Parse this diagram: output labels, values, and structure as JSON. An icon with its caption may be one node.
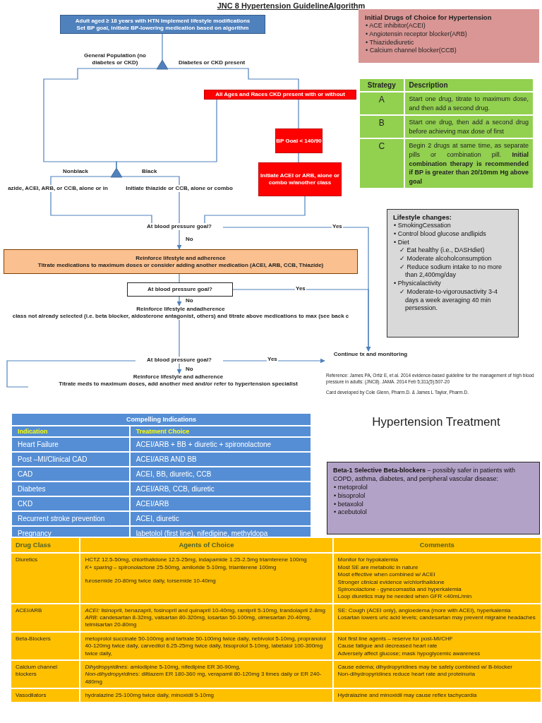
{
  "diagram": {
    "title": "JNC 8 Hypertension GuidelineAlgorithm",
    "nodes": [
      {
        "text": [
          "Adult aged ≥ 18 years with HTN Implement lifestyle modifications",
          "Set BP goal, initiate BP-lowering medication based on algorithm"
        ]
      },
      {
        "text": [],
        "shape": "triangle"
      },
      {
        "text": [
          "All Ages and Races CKD present with or without"
        ]
      },
      {
        "text": [
          "BP Goal < 140/90"
        ]
      },
      {
        "text": [
          "Initiate ACEI or ARB, alone or combo w/another class"
        ]
      },
      {
        "text": [],
        "shape": "triangle"
      },
      {
        "text": [
          "azide, ACEI, ARB, or CCB, alone or in"
        ]
      },
      {
        "text": [
          "Initiate thiazide or CCB, alone or combo"
        ]
      },
      {
        "text": [
          "At blood pressure goal?"
        ]
      },
      {
        "text": [
          "Reinforce lifestyle and adherence",
          "Titrate medications to maximum doses or consider adding another medication (ACEI, ARB, CCB, Thiazide)"
        ]
      },
      {
        "text": [
          "At blood pressure goal?"
        ]
      },
      {
        "text": [
          "Reinforce lifestyle andadherence",
          "class not already selected (i.e. beta blocker, aldosterone antagonist, others) and titrate above medications to max (see back c"
        ]
      },
      {
        "text": [
          "At blood pressure goal?"
        ]
      },
      {
        "text": [
          "Reinforce lifestyle and adherence",
          "Titrate meds to maximum doses, add another med and/or refer to hypertension specialist"
        ]
      },
      {
        "text": [
          "Continue tx and monitoring"
        ]
      },
      {
        "text": [
          "Initial Drugs of Choice for Hypertension",
          "• ACE inhibitor(ACEI)",
          "• Angiotensin receptor blocker(ARB)",
          "• Thiazidediuretic",
          "• Calcium channel blocker(CCB)"
        ]
      },
      {
        "text": [
          "Lifestyle changes:",
          "• SmokingCessation",
          "• Control blood glucose andlipids",
          "• Diet",
          "✓ Eat healthy (i.e., DASHdiet)",
          "✓ Moderate alcoholconsumption",
          "✓ Reduce sodium intake to no more than 2,400mg/day",
          "• Physicalactivity",
          "✓ Moderate-to-vigorousactivity 3-4 days a week averaging 40 min persession."
        ]
      },
      {
        "text": [
          "**Beta-1 Selective Beta-blockers** – possibly safer in patients with COPD, asthma, diabetes, and peripheral vascular disease:",
          "• metoprolol",
          "• bisoprolol",
          "• betaxolol",
          "• acebutolol"
        ]
      }
    ],
    "edges": [
      {
        "from": 0,
        "to": 1,
        "arrow": "none"
      },
      {
        "from": 1,
        "to": 5,
        "label": "General Population (no diabetes or CKD)",
        "arrow": "none"
      },
      {
        "from": 1,
        "to": 2,
        "label": "Diabetes or CKD present",
        "arrow": "none"
      },
      {
        "from": 2,
        "to": 5,
        "arrow": "none"
      },
      {
        "from": 2,
        "to": 3,
        "arrow": "none"
      },
      {
        "from": 3,
        "to": 4,
        "arrow": "none"
      },
      {
        "from": 5,
        "to": 6,
        "label": "Nonblack",
        "arrow": "none"
      },
      {
        "from": 5,
        "to": 7,
        "label": "Black",
        "arrow": "none"
      },
      {
        "from": 6,
        "to": 8,
        "arrow": "none"
      },
      {
        "from": 7,
        "to": 8,
        "arrow": "none"
      },
      {
        "from": 4,
        "to": 8,
        "arrow": "none"
      },
      {
        "from": 8,
        "to": 9,
        "label": "No",
        "arrow": "to"
      },
      {
        "from": 8,
        "to": 14,
        "label": "Yes",
        "arrow": "to"
      },
      {
        "from": 9,
        "to": 10,
        "arrow": "none"
      },
      {
        "from": 10,
        "to": 14,
        "label": "Yes",
        "arrow": "to"
      },
      {
        "from": 10,
        "to": 11,
        "label": "No",
        "arrow": "to"
      },
      {
        "from": 11,
        "to": 12,
        "arrow": "none"
      },
      {
        "from": 12,
        "to": 14,
        "label": "Yes",
        "arrow": "to"
      },
      {
        "from": 12,
        "to": 13,
        "label": "No",
        "arrow": "to"
      },
      {
        "from": 12,
        "to": 13,
        "arrow": "none"
      }
    ],
    "labels": [
      "Strategy",
      "Description",
      "A",
      "Start one drug, titrate to maximum dose, and then add a second drug.",
      "B",
      "Start one drug, then add a second drug before achieving max dose of first",
      "C",
      "Begin 2 drugs at same time, as separate pills or combination pill. **Initial combination therapy is recommended if BP is greater than 20/10mm Hg above goal**",
      "Reference: James PA, Ortiz E, et al. 2014 evidence-based guideline for the management of high blood pressure in adults: (JNC8). JAMA. 2014 Feb 5;311(5):507-20",
      "Card developed by Cole Glenn, Pharm.D. & James L Taylor, Pharm.D.",
      "Hypertension Treatment",
      "Compelling Indications",
      "Indication",
      "Treatment Choice",
      "Heart Failure",
      "ACEI/ARB + BB + diuretic + spironolactone",
      "Post –MI/Clinical CAD",
      "ACEI/ARB AND BB",
      "CAD",
      "ACEI, BB, diuretic, CCB",
      "Diabetes",
      "ACEI/ARB, CCB, diuretic",
      "CKD",
      "ACEI/ARB",
      "Recurrent stroke prevention",
      "ACEI, diuretic",
      "Pregnancy",
      "labetolol (first line), nifedipine, methyldopa",
      "Drug Class",
      "Agents of Choice",
      "Comments",
      "Diuretics",
      "HCTZ 12.5-50mg, chlorthalidone 12.5-25mg, indapamide 1.25-2.5mg triamterene 100mg",
      "*K+ sparing* – spironolactone 25-50mg, amiloride 5-10mg, triamterene 100mg",
      "furosemide 20-80mg twice daily, torsemide 10-40mg",
      "Monitor for hypokalemia",
      "Most SE are metabolic in nature",
      "Most effective when combined w/ ACEI",
      "Stronger clinical evidence w/chlorthalidone",
      "Spironolactone - gynecomastia and hyperkalemia",
      "Loop diuretics may be needed when GFR <40mL/min",
      "ACEI/ARB",
      "*ACEI:* lisinopril, benazapril, fosinopril and quinapril 10-40mg, ramipril 5-10mg, trandolapril 2-8mg",
      "*ARB*: candesartan 8-32mg, valsartan 80-320mg, losartan 50-100mg, olmesartan 20-40mg, telmisartan 20-80mg",
      "SE: Cough (ACEI only), angioedema (more with ACEI), hyperkalemia",
      "Losartan lowers uric acid levels; candesartan may prevent migraine headaches",
      "Beta-Blockers",
      "metoprolol succinate 50-100mg and tartrate 50-100mg twice daily, nebivolol 5-10mg, propranolol 40-120mg twice daily, carvedilol 6.25-25mg twice daily, bisoprolol 5-10mg, labetalol 100-300mg twice daily,",
      "Not first line agents – reserve for post-MI/CHF",
      "Cause fatigue and decreased heart rate",
      "Adversely affect glucose; mask hypoglycemic awareness",
      "Calcium channel blockers",
      "*Dihydropyridines*: amlodipine 5-10mg, nifedipine ER 30-90mg,",
      "*Non-dihydropyridines*: diltiazem ER 180-360 mg, verapamil 80-120mg 3 times daily or ER 240-480mg",
      "Cause edema; dihydropyridines may be safely combined w/ B-blocker",
      "Non-dihydropyridines reduce heart rate and proteinuria",
      "Vasodilators",
      "hydralazine 25-100mg twice daily, minoxidil 5-10mg",
      "Hydralazine and minoxidil may cause reflex tachycardia"
    ]
  }
}
